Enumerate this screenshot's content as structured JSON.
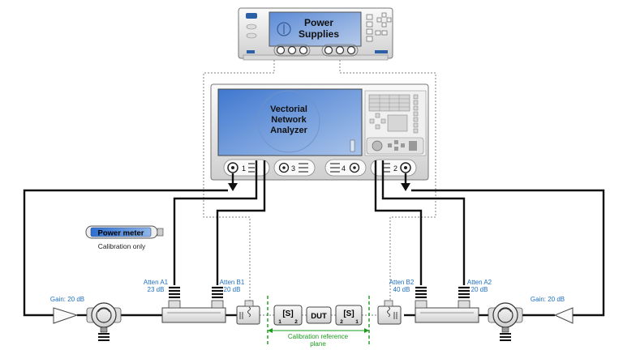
{
  "power_supply": {
    "title_line1": "Power",
    "title_line2": "Supplies"
  },
  "vna": {
    "title_line1": "Vectorial",
    "title_line2": "Network",
    "title_line3": "Analyzer"
  },
  "ports": {
    "p1": "1",
    "p2": "2",
    "p3": "3",
    "p4": "4"
  },
  "power_meter": {
    "label": "Power meter",
    "caption": "Calibration only"
  },
  "attenuators": {
    "a1_name": "Atten A1",
    "a1_value": "23 dB",
    "b1_name": "Atten B1",
    "b1_value": "20 dB",
    "b2_name": "Atten B2",
    "b2_value": "40 dB",
    "a2_name": "Atten A2",
    "a2_value": "20 dB"
  },
  "amplifiers": {
    "left_gain": "Gain: 20 dB",
    "right_gain": "Gain: 20 dB"
  },
  "dut_chain": {
    "s_left": "[S]",
    "s_left_sub1": "1",
    "s_left_sub2": "2",
    "dut": "DUT",
    "s_right": "[S]",
    "s_right_sub1": "2",
    "s_right_sub2": "1"
  },
  "calibration": {
    "line1": "Calibration reference",
    "line2": "plane"
  },
  "colors": {
    "label_blue": "#1f6fc0",
    "cal_green": "#1a9a1a",
    "screen_blue": "#6e9ad8"
  }
}
